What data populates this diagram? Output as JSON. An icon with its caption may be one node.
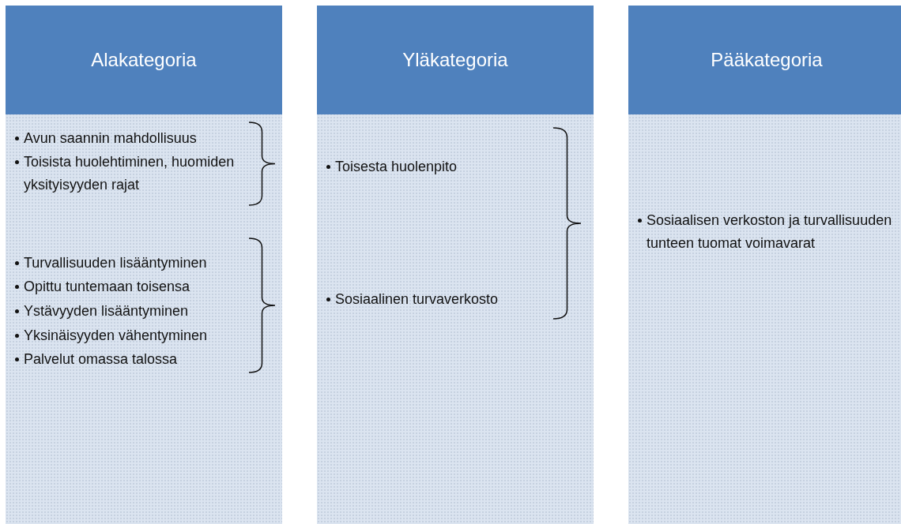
{
  "diagram": {
    "nodes": [
      {
        "text": [
          "Alakategoria",
          "Avun saannin mahdollisuus",
          "Toisista huolehtiminen, huomiden yksityisyyden rajat",
          "Turvallisuuden lisääntyminen",
          "Opittu tuntemaan toisensa",
          "Ystävyyden lisääntyminen",
          "Yksinäisyyden vähentyminen",
          "Palvelut omassa talossa"
        ]
      },
      {
        "text": [
          "Yläkategoria",
          "Toisesta huolenpito",
          "Sosiaalinen turvaverkosto"
        ]
      },
      {
        "text": [
          "Pääkategoria",
          "Sosiaalisen verkoston ja turvallisuuden tunteen tuomat voimavarat"
        ]
      }
    ],
    "edges": []
  }
}
